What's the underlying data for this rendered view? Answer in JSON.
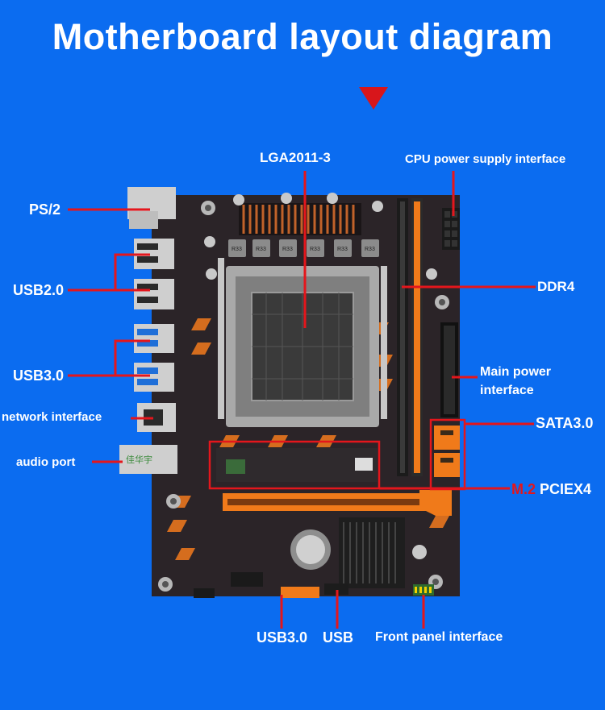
{
  "title": "Motherboard layout diagram",
  "labels": {
    "lga": "LGA2011-3",
    "cpu_power": "CPU power supply interface",
    "ps2": "PS/2",
    "usb20": "USB2.0",
    "ddr4": "DDR4",
    "usb30_left": "USB3.0",
    "main_power_line1": "Main power",
    "main_power_line2": "interface",
    "network": "network interface",
    "sata": "SATA3.0",
    "audio": "audio port",
    "m2_red": "M.2",
    "m2_rest": " PCIEX4",
    "usb30_bottom": "USB3.0",
    "usb_bottom": "USB",
    "front_panel": "Front panel interface"
  },
  "board_text": {
    "caps": [
      "R33",
      "R33",
      "R33",
      "R33",
      "R33",
      "R33"
    ],
    "audio_chip": "佳华宇"
  },
  "colors": {
    "background": "#0b6cf0",
    "accent_red": "#d8161b",
    "board": "#2b2428",
    "orange": "#f07a1a"
  }
}
